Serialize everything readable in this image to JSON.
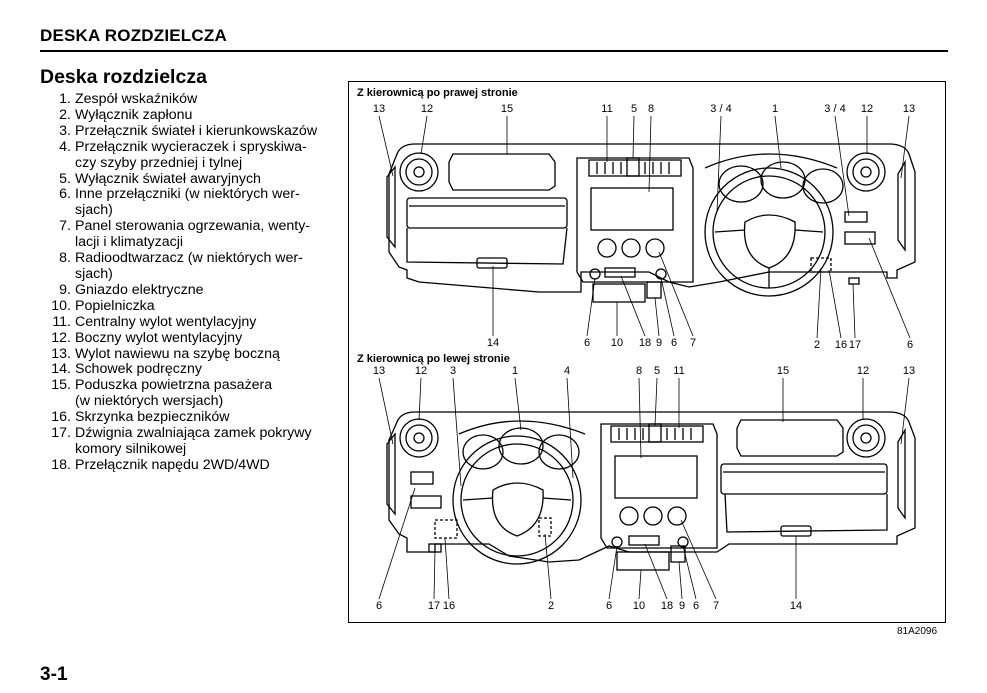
{
  "header": "DESKA ROZDZIELCZA",
  "section_title": "Deska rozdzielcza",
  "items": [
    {
      "n": "1.",
      "lines": [
        "Zespół wskaźników"
      ]
    },
    {
      "n": "2.",
      "lines": [
        "Wyłącznik zapłonu"
      ]
    },
    {
      "n": "3.",
      "lines": [
        "Przełącznik świateł i kierunkowskazów"
      ]
    },
    {
      "n": "4.",
      "lines": [
        "Przełącznik wycieraczek i spryskiwa-",
        "czy szyby przedniej i tylnej"
      ]
    },
    {
      "n": "5.",
      "lines": [
        "Wyłącznik świateł awaryjnych"
      ]
    },
    {
      "n": "6.",
      "lines": [
        "Inne przełączniki (w niektórych wer-",
        "sjach)"
      ]
    },
    {
      "n": "7.",
      "lines": [
        "Panel sterowania ogrzewania, wenty-",
        "lacji i klimatyzacji"
      ]
    },
    {
      "n": "8.",
      "lines": [
        "Radioodtwarzacz (w niektórych wer-",
        "sjach)"
      ]
    },
    {
      "n": "9.",
      "lines": [
        "Gniazdo elektryczne"
      ]
    },
    {
      "n": "10.",
      "lines": [
        "Popielniczka"
      ]
    },
    {
      "n": "11.",
      "lines": [
        "Centralny wylot wentylacyjny"
      ]
    },
    {
      "n": "12.",
      "lines": [
        "Boczny wylot wentylacyjny"
      ]
    },
    {
      "n": "13.",
      "lines": [
        "Wylot nawiewu na szybę boczną"
      ]
    },
    {
      "n": "14.",
      "lines": [
        "Schowek podręczny"
      ]
    },
    {
      "n": "15.",
      "lines": [
        "Poduszka powietrzna pasażera",
        "(w niektórych wersjach)"
      ]
    },
    {
      "n": "16.",
      "lines": [
        "Skrzynka bezpieczników"
      ]
    },
    {
      "n": "17.",
      "lines": [
        "Dźwignia zwalniająca zamek pokrywy",
        "komory silnikowej"
      ]
    },
    {
      "n": "18.",
      "lines": [
        "Przełącznik napędu 2WD/4WD"
      ]
    }
  ],
  "figure": {
    "top_caption": "Z kierownicą po prawej stronie",
    "bottom_caption": "Z kierownicą po lewej stronie",
    "top_labels_above": [
      "13",
      "12",
      "15",
      "11",
      "5",
      "8",
      "3 / 4",
      "1",
      "3 / 4",
      "12",
      "13"
    ],
    "top_labels_below": [
      "14",
      "6",
      "10",
      "18",
      "9",
      "6",
      "7",
      "2",
      "16",
      "17",
      "6"
    ],
    "bottom_labels_above": [
      "13",
      "12",
      "3",
      "1",
      "4",
      "8",
      "5",
      "11",
      "15",
      "12",
      "13"
    ],
    "bottom_labels_below": [
      "6",
      "17",
      "16",
      "2",
      "6",
      "10",
      "18",
      "9",
      "6",
      "7",
      "14"
    ],
    "code": "81A2096"
  },
  "page_number": "3-1"
}
